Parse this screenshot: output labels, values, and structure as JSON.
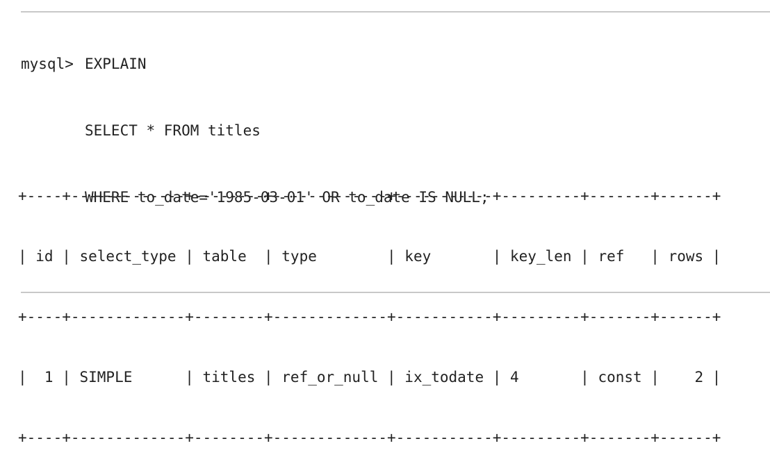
{
  "query": {
    "prompt": "mysql>",
    "lines": [
      "EXPLAIN",
      "SELECT * FROM titles",
      "WHERE to_date='1985-03-01' OR to_date IS NULL;"
    ]
  },
  "result": {
    "border_top": "+----+-------------+--------+-------------+-----------+---------+-------+------+",
    "header": "| id | select_type | table  | type        | key       | key_len | ref   | rows |",
    "border_mid": "+----+-------------+--------+-------------+-----------+---------+-------+------+",
    "row_1": "|  1 | SIMPLE      | titles | ref_or_null | ix_todate | 4       | const |    2 |",
    "border_bottom": "+----+-------------+--------+-------------+-----------+---------+-------+------+"
  }
}
